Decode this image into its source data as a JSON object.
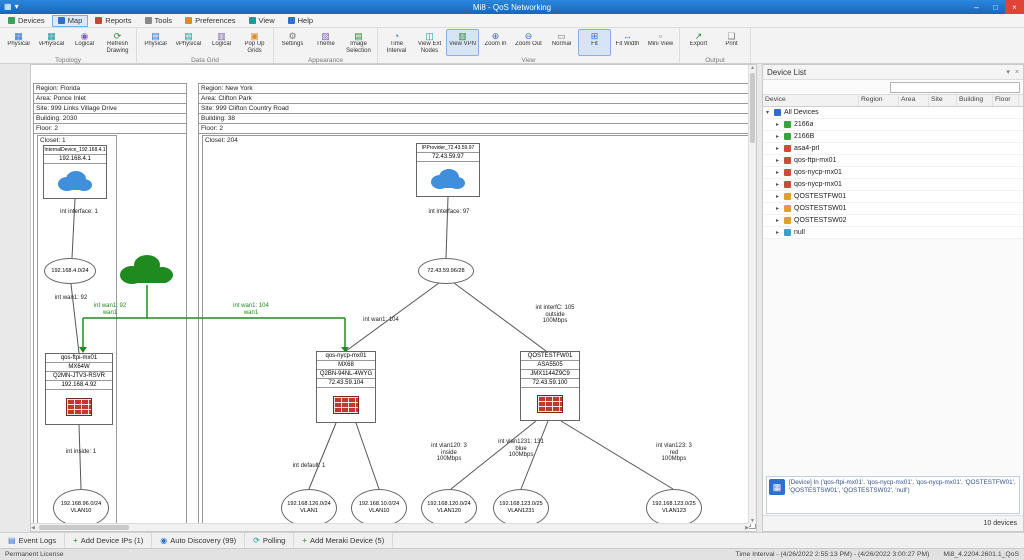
{
  "titlebar": {
    "title": "Mi8 - QoS Networking"
  },
  "menubar": {
    "items": [
      "Devices",
      "Map",
      "Reports",
      "Tools",
      "Preferences",
      "View",
      "Help"
    ]
  },
  "ribbon": {
    "groups": [
      {
        "label": "Topology",
        "buttons": [
          "Physical",
          "vPhysical",
          "Logical",
          "Refresh Drawing"
        ]
      },
      {
        "label": "Data Grid",
        "buttons": [
          "Physical",
          "vPhysical",
          "Logical",
          "Pop Up Grids"
        ]
      },
      {
        "label": "Appearance",
        "buttons": [
          "Settings",
          "Theme",
          "Image Selection"
        ]
      },
      {
        "label": "View",
        "buttons": [
          "Time Interval",
          "View Ext Nodes",
          "View VPN",
          "Zoom In",
          "Zoom Out",
          "Normal",
          "Fit",
          "Fit Width",
          "Mini View"
        ]
      },
      {
        "label": "Output",
        "buttons": [
          "Export",
          "Print"
        ]
      }
    ]
  },
  "map": {
    "florida": {
      "region": "Region: Florida",
      "area": "Area: Ponce Inlet",
      "site": "Site: 999 Links Village Drive",
      "building": "Building: 2030",
      "floor": "Floor: 2",
      "closet": "Closet: 1",
      "internet": {
        "name": "InternalDevice_192.168.4.1",
        "ip": "192.168.4.1"
      },
      "if_label": "int interface: 1",
      "subnet": "192.168.4.0/24",
      "wan_label": "int wan1: 92",
      "firewall": {
        "name": "qos-ftpi-mx01",
        "model": "MX64W",
        "serial": "Q2MN-JTV3-RSVR",
        "ip": "192.168.4.92"
      },
      "inside_label": "int inside: 1",
      "vlan": {
        "line1": "192.168.96.0/24",
        "line2": "VLAN10"
      }
    },
    "newyork": {
      "region": "Region: New York",
      "area": "Area: Clifton Park",
      "site": "Site: 999 Clifton Country Road",
      "building": "Building: 38",
      "floor": "Floor: 2",
      "closet": "Closet: 204",
      "provider": {
        "name": "IPProvider_72.43.59.97",
        "ip": "72.43.59.97"
      },
      "if_label": "int interface: 97",
      "subnet": "72.43.59.96/28",
      "mx_link_label": "int wan1: 104",
      "fw_link_label": {
        "line1": "int interfC: 105",
        "line2": "outside",
        "line3": "100Mbps"
      },
      "mx": {
        "name": "qos-nycp-mx01",
        "model": "MX68",
        "serial": "Q2BN-94NL-4WYG",
        "ip": "72.43.59.104"
      },
      "asa": {
        "name": "QOSTESTFW01",
        "model": "ASA5505",
        "serial": "JMX1144Z9C9",
        "ip": "72.43.59.100"
      },
      "labels": {
        "default": "int default: 1",
        "vlan120": {
          "line1": "int vlan120: 3",
          "line2": "inside",
          "line3": "100Mbps"
        },
        "vlan1231": {
          "line1": "int vlan1231: 131",
          "line2": "blue",
          "line3": "100Mbps"
        },
        "vlan123": {
          "line1": "int vlan123: 3",
          "line2": "red",
          "line3": "100Mbps"
        }
      },
      "vlans": [
        {
          "line1": "192.168.126.0/24",
          "line2": "VLAN1"
        },
        {
          "line1": "192.168.10.0/24",
          "line2": "VLAN10"
        },
        {
          "line1": "192.168.120.0/24",
          "line2": "VLAN120"
        },
        {
          "line1": "192.168.123.0/25",
          "line2": "VLAN1231"
        },
        {
          "line1": "192.168.123.0/25",
          "line2": "VLAN123"
        }
      ]
    },
    "vpn": {
      "left_label": {
        "line1": "int wan1: 92",
        "line2": "wan1"
      },
      "mid_label": {
        "line1": "int wan1: 104",
        "line2": "wan1"
      }
    }
  },
  "device_list": {
    "title": "Device List",
    "find_value": "",
    "columns": [
      "Device",
      "Region",
      "Area",
      "Site",
      "Building",
      "Floor"
    ],
    "rows": [
      {
        "name": "All Devices",
        "color": "#2f6fd0"
      },
      {
        "name": "2166a",
        "color": "#39a23c"
      },
      {
        "name": "2166B",
        "color": "#39a23c"
      },
      {
        "name": "asa4-prl",
        "color": "#d04a3a"
      },
      {
        "name": "qos-ftpi-mx01",
        "color": "#d04a3a"
      },
      {
        "name": "qos-nycp-mx01",
        "color": "#d04a3a"
      },
      {
        "name": "qos-nycp-mx01",
        "color": "#d04a3a"
      },
      {
        "name": "QOSTESTFW01",
        "color": "#e0a030"
      },
      {
        "name": "QOSTESTSW01",
        "color": "#e0a030"
      },
      {
        "name": "QOSTESTSW02",
        "color": "#e0a030"
      },
      {
        "name": "null",
        "color": "#3aa0c8"
      }
    ],
    "filter_text": "[Device] In ('qos-ftpi-mx01', 'qos-nycp-mx01', 'qos-nycp-mx01', 'QOSTESTFW01', 'QOSTESTSW01', 'QOSTESTSW02', 'null')",
    "count": "10 devices"
  },
  "statusbar": {
    "items": [
      "Event Logs",
      "Add Device IPs (1)",
      "Auto Discovery (99)",
      "Polling",
      "Add Meraki Device (5)"
    ]
  },
  "footer": {
    "license": "Permanent License",
    "time_interval": "Time Interval - (4/26/2022 2:55:13 PM) - (4/26/2022 3:00:27 PM)",
    "version": "Mi8_4.2204.2601.1_QoS"
  },
  "colors": {
    "accent_blue": "#1b74c9",
    "vpn_green": "#1f8a1f",
    "firewall_red": "#c1392b",
    "cloud_blue": "#3f8fdc"
  }
}
